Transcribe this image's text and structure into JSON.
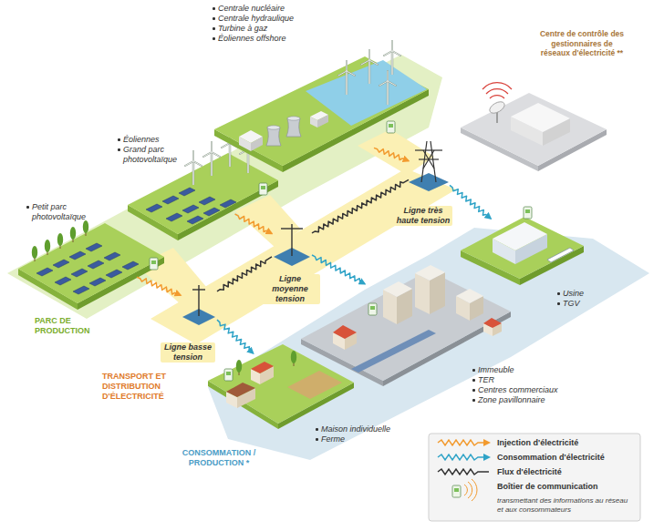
{
  "diagram": {
    "nodes": [
      {
        "text": [
          "Petit parc photovoltaïque"
        ]
      },
      {
        "text": [
          "Éoliennes",
          "Grand parc photovoltaïque"
        ]
      },
      {
        "text": [
          "Centrale nucléaire",
          "Centrale hydraulique",
          "Turbine à gaz",
          "Éoliennes offshore"
        ]
      },
      {
        "text": [
          "Centre de contrôle des gestionnaires de réseaux d'électricité **"
        ]
      },
      {
        "text": [
          "Ligne très haute tension"
        ]
      },
      {
        "text": [
          "Ligne moyenne tension"
        ]
      },
      {
        "text": [
          "Ligne basse tension"
        ]
      },
      {
        "text": [
          "Usine",
          "TGV"
        ]
      },
      {
        "text": [
          "Immeuble",
          "TER",
          "Centres commerciaux",
          "Zone pavillonnaire"
        ]
      },
      {
        "text": [
          "Maison individuelle",
          "Ferme"
        ]
      }
    ],
    "edges": [
      {
        "from": 0,
        "to": 6,
        "arrow": "to"
      },
      {
        "from": 1,
        "to": 5,
        "arrow": "to"
      },
      {
        "from": 2,
        "to": 4,
        "arrow": "to"
      },
      {
        "from": 4,
        "to": 7,
        "arrow": "to"
      },
      {
        "from": 5,
        "to": 8,
        "arrow": "to"
      },
      {
        "from": 6,
        "to": 9,
        "arrow": "to"
      },
      {
        "from": 6,
        "to": 5,
        "arrow": "none"
      },
      {
        "from": 5,
        "to": 4,
        "arrow": "none"
      }
    ],
    "labels": [
      "PARC DE PRODUCTION",
      "TRANSPORT ET DISTRIBUTION D'ÉLECTRICITÉ",
      "CONSOMMATION / PRODUCTION *",
      "transmettant des informations au réseau et aux consommateurs"
    ],
    "legend": [
      {
        "text": "Injection d'électricité"
      },
      {
        "text": "Consommation d'électricité"
      },
      {
        "text": "Flux d'électricité"
      },
      {
        "text": "Boîtier de communication"
      }
    ]
  }
}
